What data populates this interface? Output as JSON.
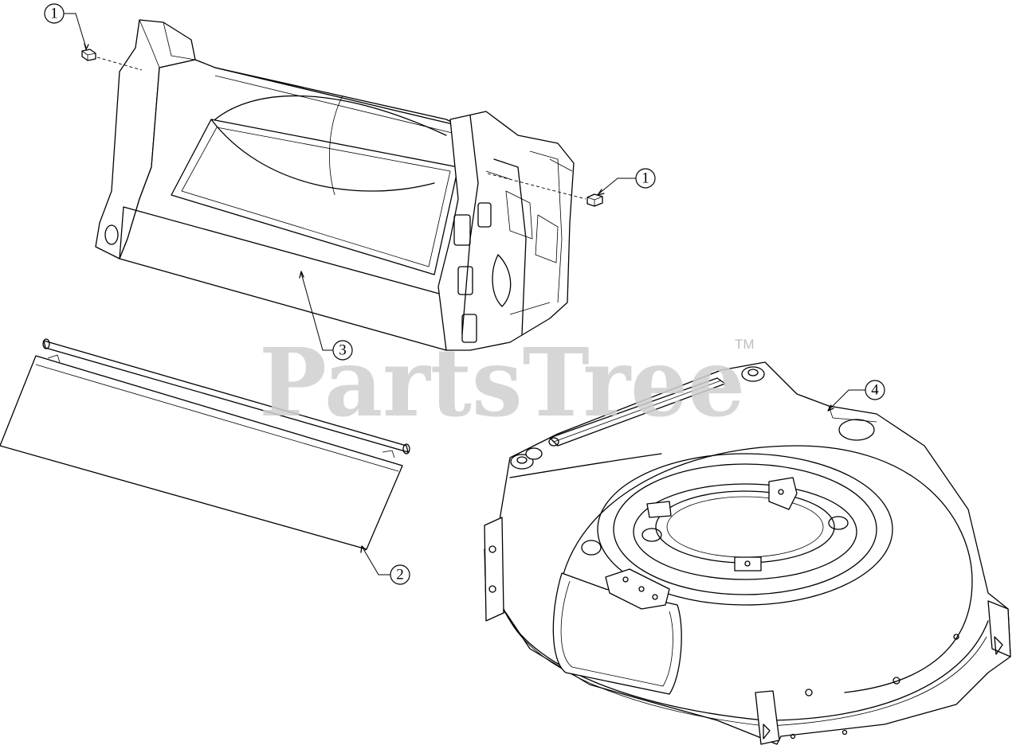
{
  "watermark": {
    "text": "PartsTree",
    "trademark": "TM",
    "color": "#cfcfcf"
  },
  "callouts": [
    {
      "label": "1"
    },
    {
      "label": "1"
    },
    {
      "label": "2"
    },
    {
      "label": "3"
    },
    {
      "label": "4"
    }
  ]
}
